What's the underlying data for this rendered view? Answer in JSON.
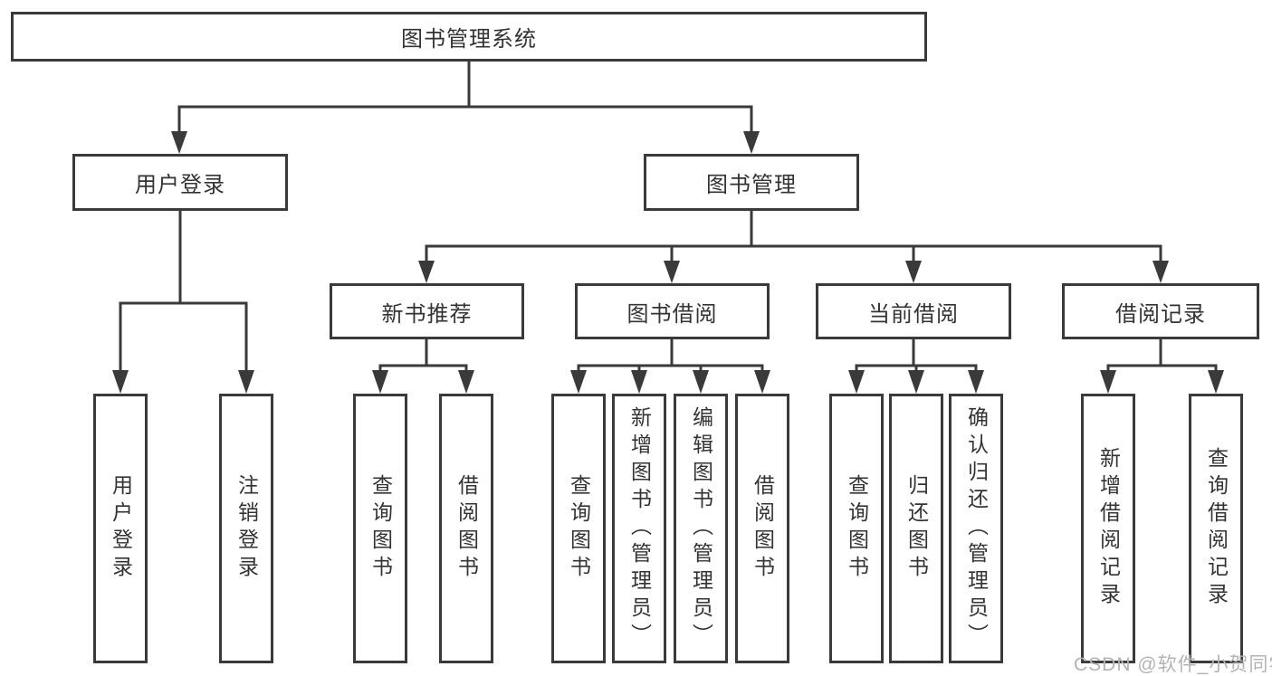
{
  "tree": {
    "root": {
      "label": "图书管理系统",
      "children": [
        {
          "label": "用户登录",
          "children": [
            {
              "label": "用户登录"
            },
            {
              "label": "注销登录"
            }
          ]
        },
        {
          "label": "图书管理",
          "children": [
            {
              "label": "新书推荐",
              "children": [
                {
                  "label": "查询图书"
                },
                {
                  "label": "借阅图书"
                }
              ]
            },
            {
              "label": "图书借阅",
              "children": [
                {
                  "label": "查询图书"
                },
                {
                  "label": "新增图书（管理员）"
                },
                {
                  "label": "编辑图书（管理员）"
                },
                {
                  "label": "借阅图书"
                }
              ]
            },
            {
              "label": "当前借阅",
              "children": [
                {
                  "label": "查询图书"
                },
                {
                  "label": "归还图书"
                },
                {
                  "label": "确认归还（管理员）"
                }
              ]
            },
            {
              "label": "借阅记录",
              "children": [
                {
                  "label": "新增借阅记录"
                },
                {
                  "label": "查询借阅记录"
                }
              ]
            }
          ]
        }
      ]
    }
  },
  "watermark": {
    "text": "CSDN @软件_小贺同学"
  },
  "colors": {
    "line": "#3a3a3a",
    "text": "#333333",
    "box_background": "#ffffff",
    "watermark": "#b3b3b3"
  }
}
